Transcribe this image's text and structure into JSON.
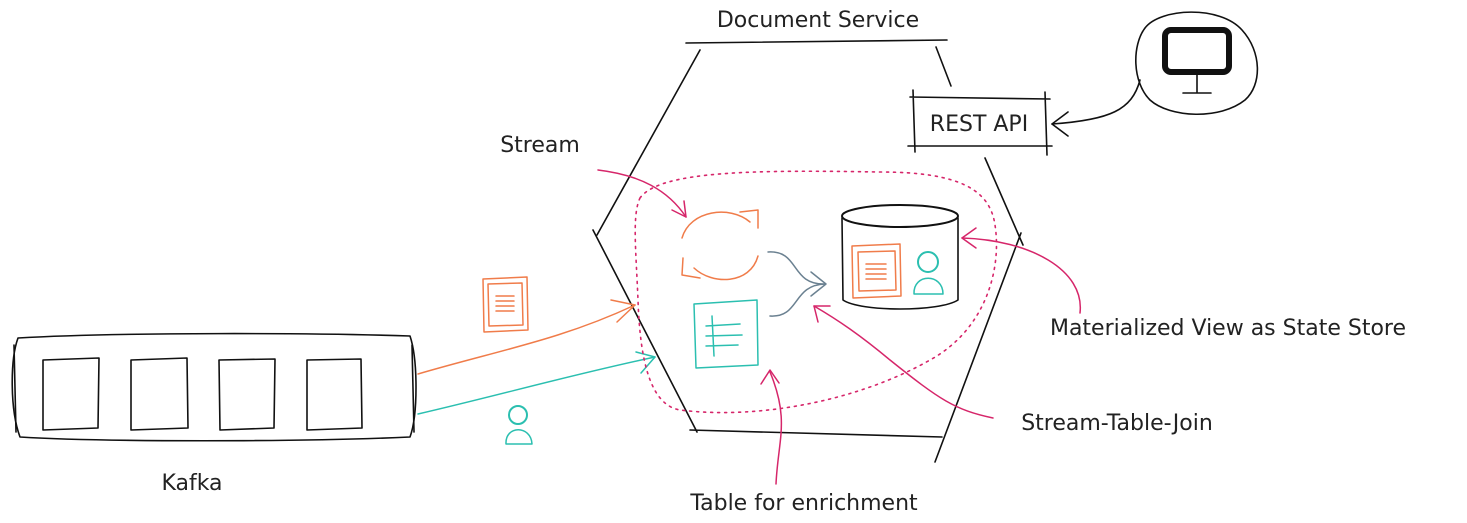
{
  "labels": {
    "document_service": "Document Service",
    "rest_api": "REST API",
    "stream": "Stream",
    "kafka": "Kafka",
    "materialized_view": "Materialized View as State Store",
    "stream_table_join": "Stream-Table-Join",
    "table_for_enrichment": "Table for enrichment"
  },
  "colors": {
    "ink": "#111111",
    "stream_orange": "#f07c4a",
    "table_teal": "#2bbfb0",
    "annotation_pink": "#d6266a",
    "join_gray": "#6b8191",
    "boundary_dotted": "#d6266a"
  },
  "icons": {
    "monitor": "monitor-icon",
    "document": "document-icon",
    "user": "user-icon",
    "refresh": "refresh-icon",
    "table": "table-icon",
    "database": "database-icon"
  }
}
